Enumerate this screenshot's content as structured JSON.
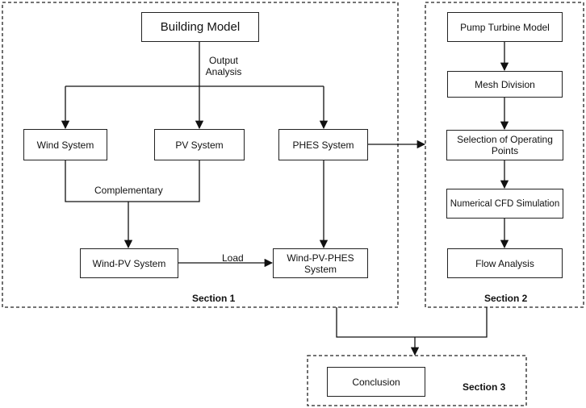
{
  "section1": {
    "title": "Section 1",
    "building_model": "Building Model",
    "output_analysis": "Output\nAnalysis",
    "wind_system": "Wind System",
    "pv_system": "PV System",
    "phes_system": "PHES System",
    "complementary": "Complementary",
    "wind_pv_system": "Wind-PV System",
    "load": "Load",
    "wind_pv_phes_system": "Wind-PV-PHES\nSystem"
  },
  "section2": {
    "title": "Section 2",
    "pump_turbine_model": "Pump Turbine Model",
    "mesh_division": "Mesh Division",
    "selection_of_operating_points": "Selection of Operating\nPoints",
    "numerical_cfd_simulation": "Numerical CFD Simulation",
    "flow_analysis": "Flow Analysis"
  },
  "section3": {
    "title": "Section 3",
    "conclusion": "Conclusion"
  }
}
